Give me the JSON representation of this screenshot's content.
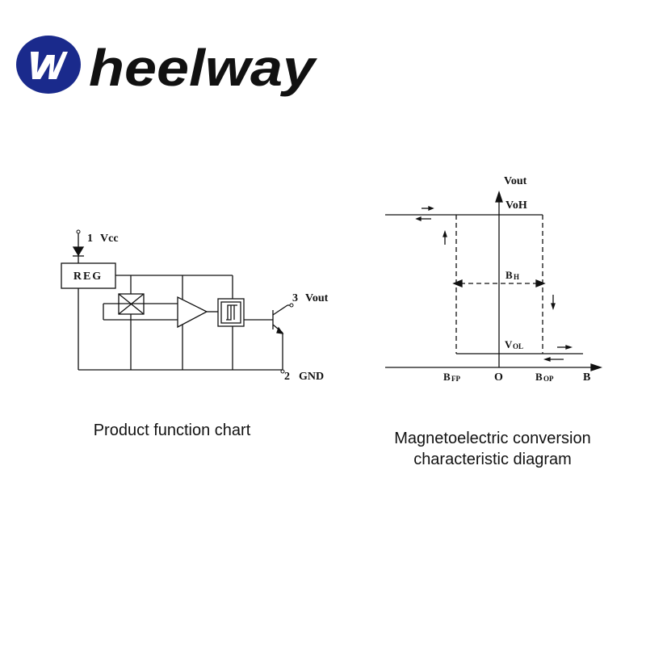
{
  "brand": {
    "name": "wheelway",
    "wordmark": "heelway",
    "primary_color": "#1a2a8c",
    "wordmark_color": "#111111"
  },
  "circuit": {
    "caption": "Product function chart",
    "pin1_number": "1",
    "pin1_label": "Vcc",
    "reg_label": "REG",
    "pin3_number": "3",
    "pin3_label": "Vout",
    "pin2_number": "2",
    "pin2_label": "GND"
  },
  "transfer": {
    "caption_line1": "Magnetoelectric conversion",
    "caption_line2": "characteristic diagram",
    "y_axis_label": "Vout",
    "voh_label": "VoH",
    "bh_main": "B",
    "bh_sub": "H",
    "vol_main": "V",
    "vol_sub": "OL",
    "brp_main": "B",
    "brp_sub": "FP",
    "origin_label": "O",
    "bop_main": "B",
    "bop_sub": "OP",
    "x_axis_label": "B"
  }
}
